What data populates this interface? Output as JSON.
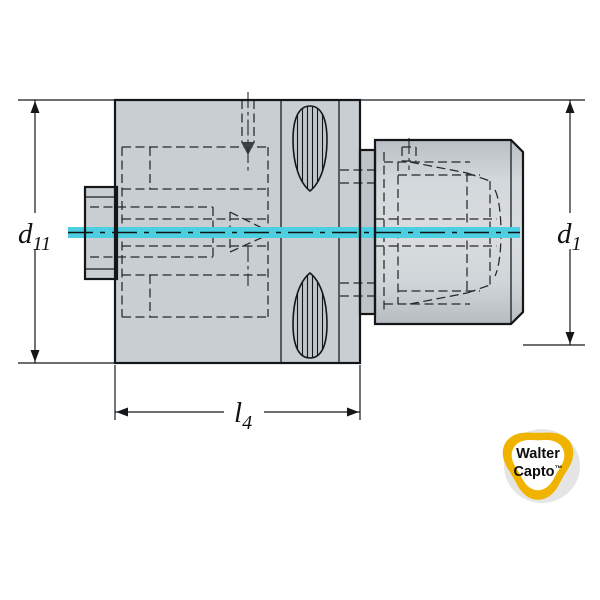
{
  "drawing": {
    "labels": {
      "d11": {
        "symbol": "d",
        "subscript": "11"
      },
      "d1": {
        "symbol": "d",
        "subscript": "1"
      },
      "l4": {
        "symbol": "l",
        "subscript": "4"
      }
    },
    "colors": {
      "body_gray": "#c9ced3",
      "body_gray_dark": "#bdc3c8",
      "centerline_cyan": "#4dcfe2",
      "line_black": "#14171a",
      "logo_gold": "#f0b400"
    }
  },
  "logo": {
    "line1": "Walter",
    "line2": "Capto",
    "trademark": "™"
  }
}
